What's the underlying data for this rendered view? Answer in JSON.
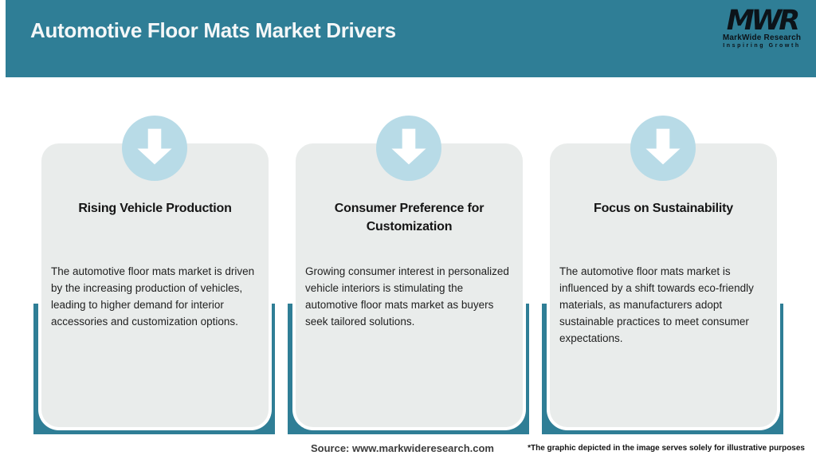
{
  "header": {
    "title": "Automotive Floor Mats Market Drivers"
  },
  "logo": {
    "monogram": "MWR",
    "name": "MarkWide Research",
    "tagline": "Inspiring Growth"
  },
  "cards": [
    {
      "icon": "down-arrow-icon",
      "title": "Rising Vehicle Production",
      "description": "The automotive floor mats market is driven by the increasing production of vehicles, leading to higher demand for interior accessories and customization options."
    },
    {
      "icon": "down-arrow-icon",
      "title": "Consumer Preference for Customization",
      "description": "Growing consumer interest in personalized vehicle interiors is stimulating the automotive floor mats market as buyers seek tailored solutions."
    },
    {
      "icon": "down-arrow-icon",
      "title": "Focus on Sustainability",
      "description": "The automotive floor mats market is influenced by a shift towards eco-friendly materials, as manufacturers adopt sustainable practices to meet consumer expectations."
    }
  ],
  "footer": {
    "source": "Source: www.markwideresearch.com",
    "disclaimer": "*The graphic depicted in the image serves solely for illustrative purposes"
  },
  "colors": {
    "teal": "#2f7e96",
    "card_bg": "#e9eceb",
    "circle_blue": "#b8dbe7",
    "title_text": "#f4f7f8"
  }
}
